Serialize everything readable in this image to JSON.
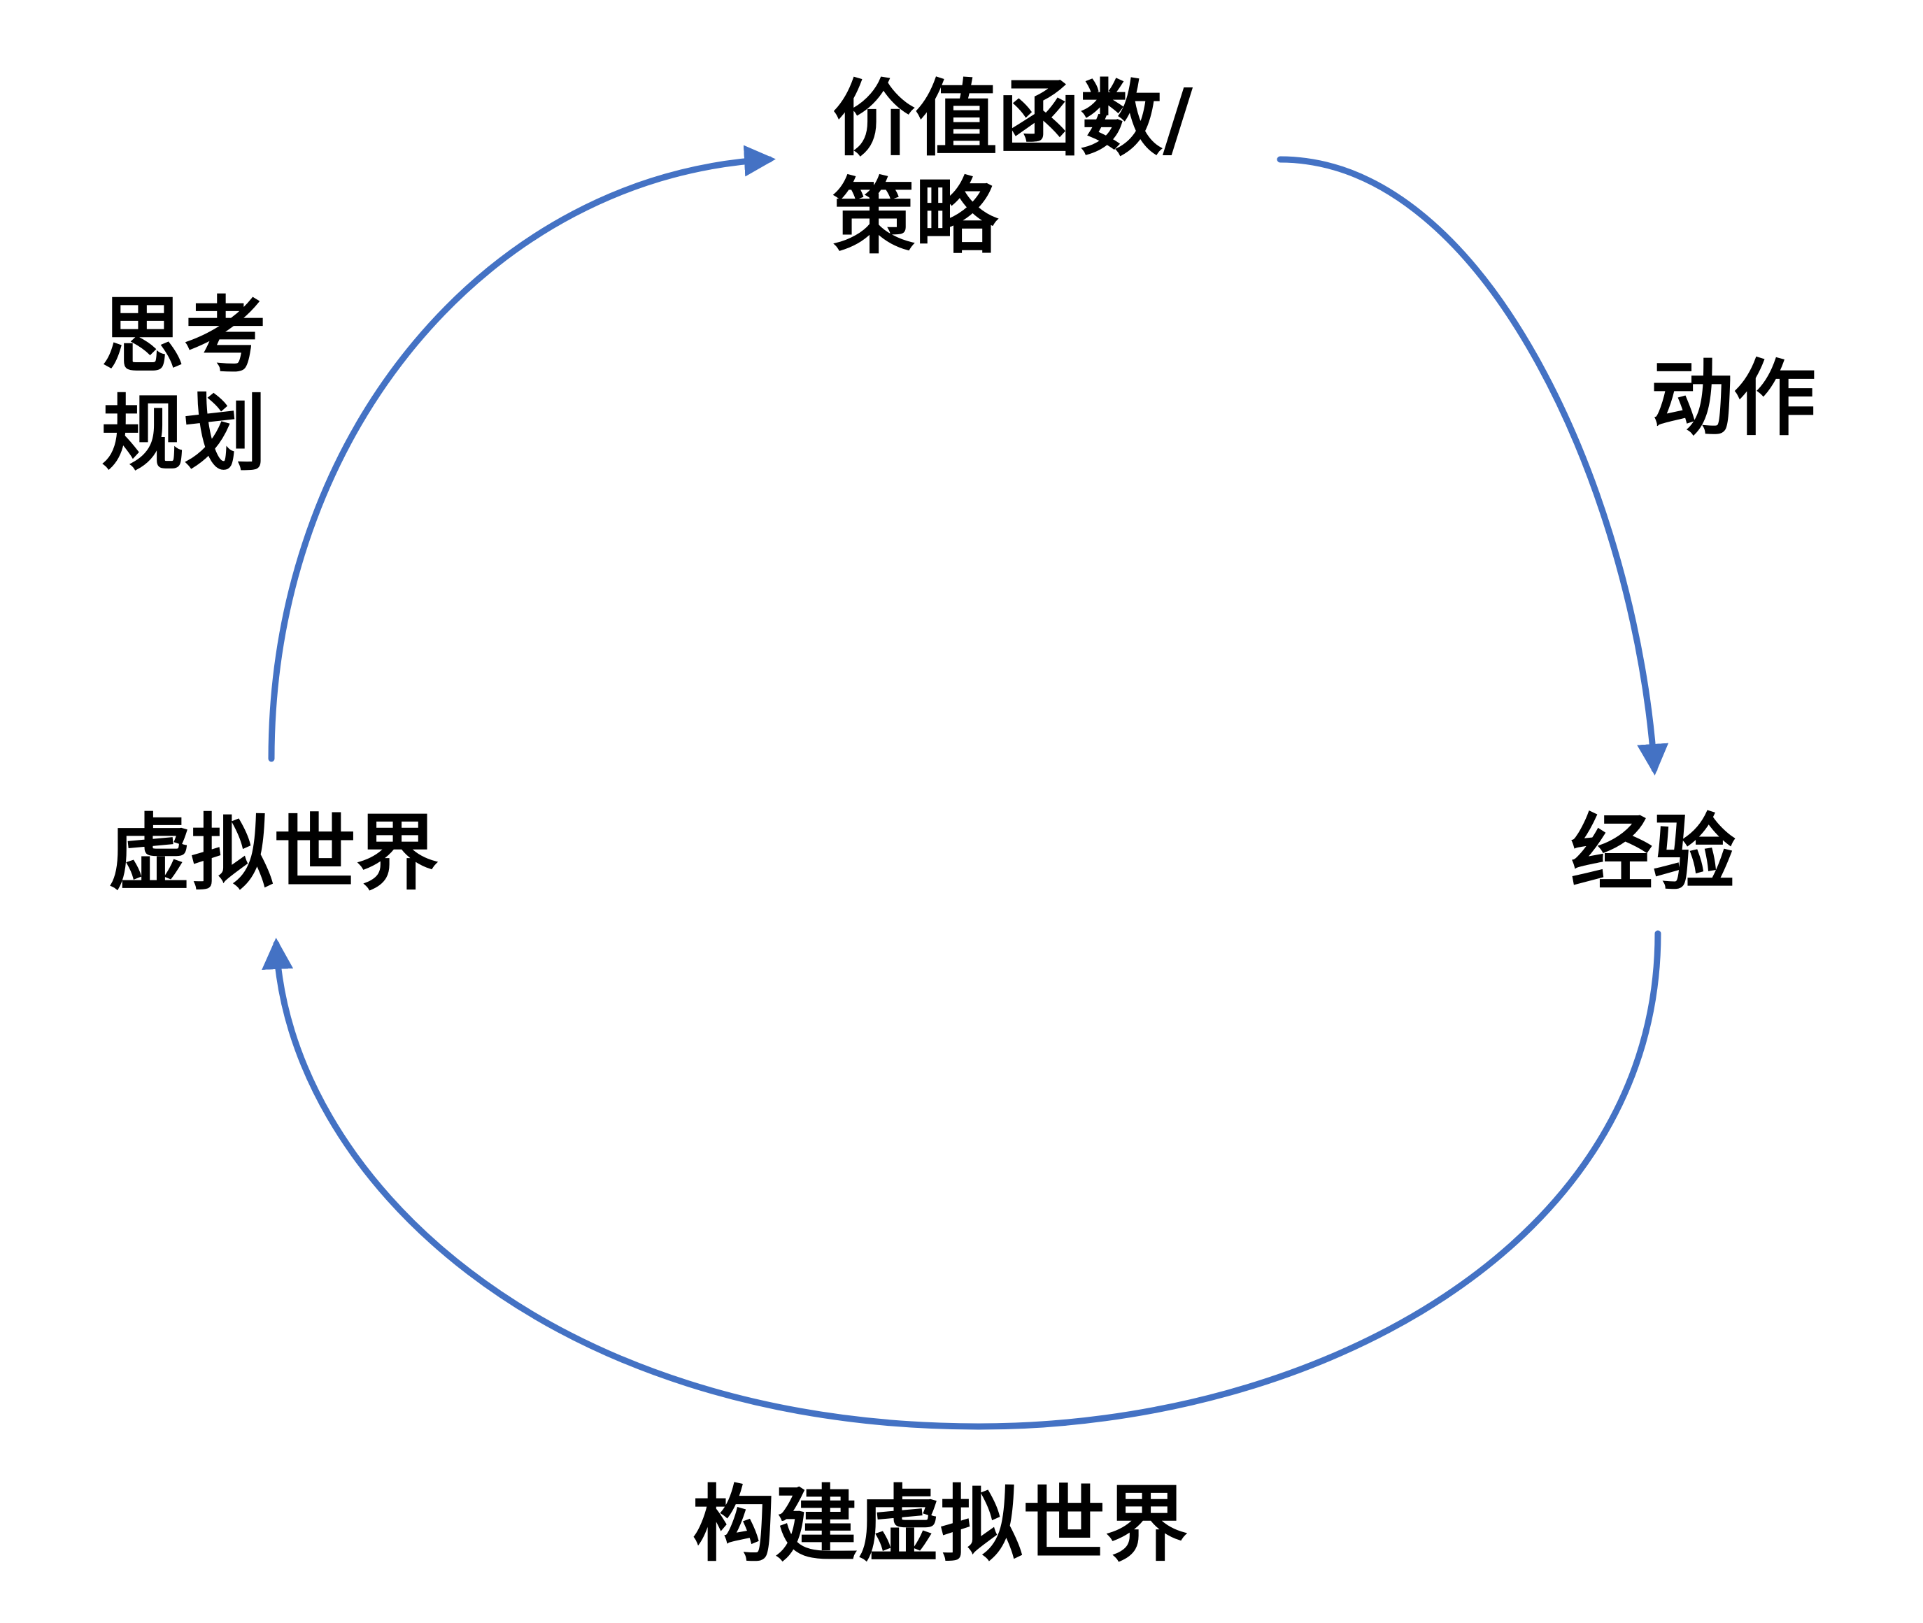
{
  "diagram": {
    "arrow_color": "#4472C4",
    "text_color": "#000000",
    "nodes": {
      "policy": {
        "line1": "价值函数/",
        "line2": "策略"
      },
      "experience": {
        "label": "经验"
      },
      "virtual_world": {
        "label": "虚拟世界"
      }
    },
    "edges": {
      "action": {
        "label": "动作",
        "from": "policy",
        "to": "experience"
      },
      "planning": {
        "line1": "思考",
        "line2": "规划",
        "from": "virtual_world",
        "to": "policy"
      },
      "build": {
        "label": "构建虚拟世界",
        "from": "experience",
        "to": "virtual_world"
      }
    }
  }
}
